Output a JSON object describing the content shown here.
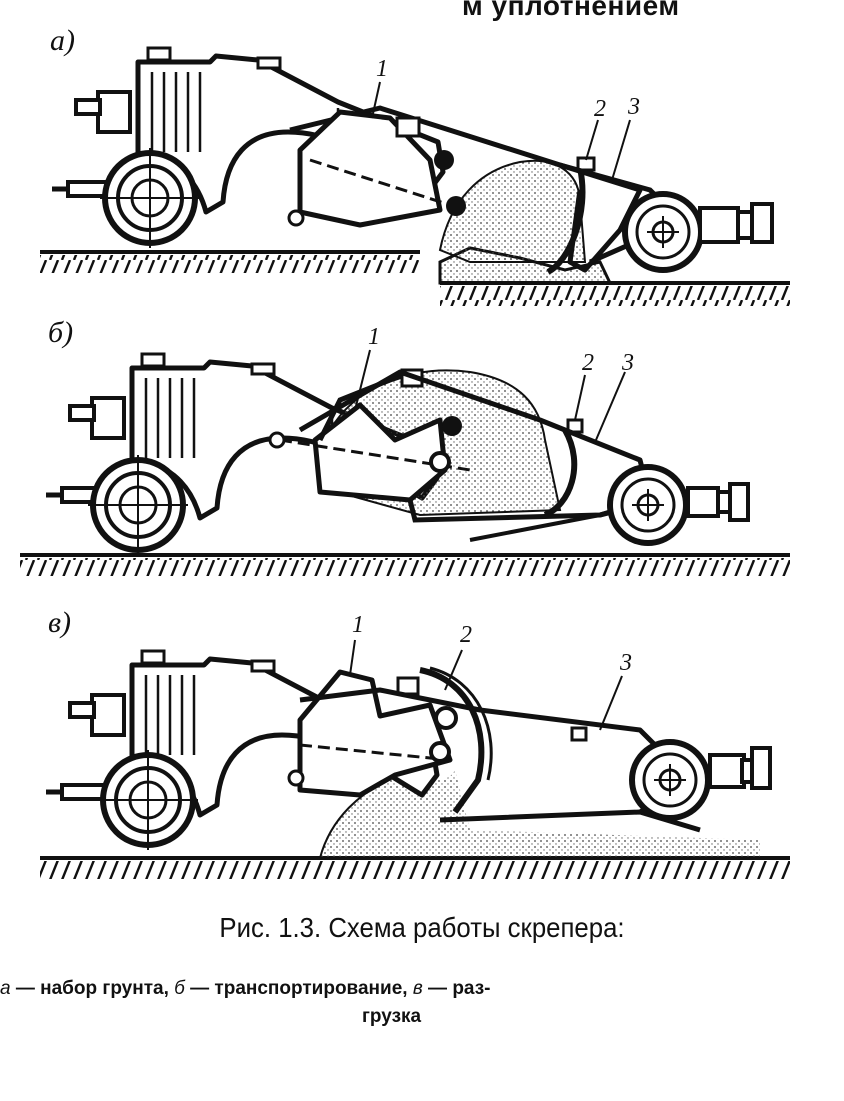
{
  "header": {
    "title_fragment": "м уплотнением"
  },
  "panels": [
    {
      "label": "а)",
      "parts": [
        "1",
        "2",
        "3"
      ]
    },
    {
      "label": "б)",
      "parts": [
        "1",
        "2",
        "3"
      ]
    },
    {
      "label": "в)",
      "parts": [
        "1",
        "2",
        "3"
      ]
    }
  ],
  "caption": {
    "title": "Рис. 1.3. Схема работы скрепера:",
    "items": [
      {
        "mark": "а",
        "text": " — набор  грунта, "
      },
      {
        "mark": "б",
        "text": " — транспортирование, "
      },
      {
        "mark": "в",
        "text": " — раз-"
      }
    ],
    "continuation": "грузка"
  },
  "colors": {
    "ink": "#111111",
    "soil": "#555555",
    "paper": "#ffffff"
  }
}
